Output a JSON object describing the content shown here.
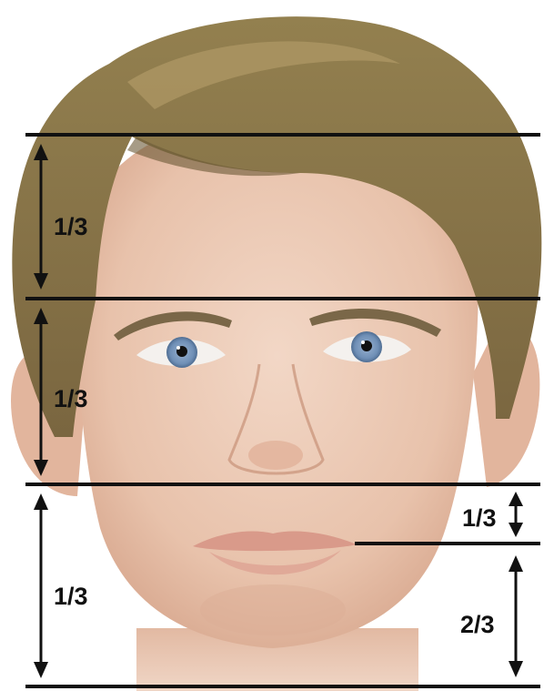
{
  "figure": {
    "subject": "face-proportions-diagram",
    "labels": {
      "upper_third": "1/3",
      "middle_third": "1/3",
      "lower_third": "1/3",
      "lower_face_upper": "1/3",
      "lower_face_lower": "2/3"
    }
  },
  "colors": {
    "line": "#111111",
    "hair": "#8a7448",
    "hair_dark": "#6a5836",
    "skin": "#ecc9b3",
    "skin_shadow": "#d9a991",
    "iris": "#6f8fb6",
    "lips": "#d99a8a",
    "brow": "#7a6748"
  }
}
